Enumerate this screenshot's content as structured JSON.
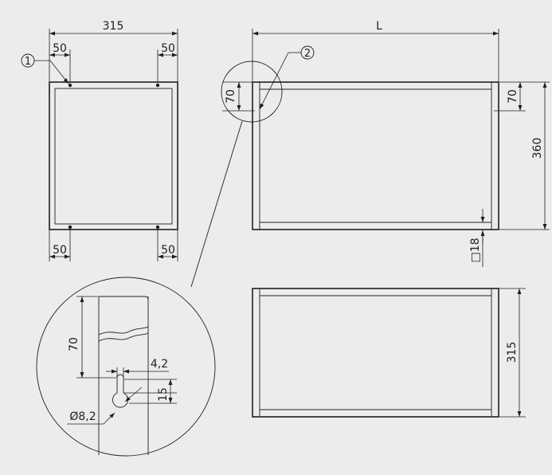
{
  "front_view": {
    "width_label": "315",
    "hole_offset_top_left": "50",
    "hole_offset_top_right": "50",
    "hole_offset_bottom_left": "50",
    "hole_offset_bottom_right": "50",
    "callout_1": "1"
  },
  "side_view": {
    "length_label": "L",
    "height_label": "360",
    "top_offset_left": "70",
    "top_offset_right": "70",
    "tube_section": "□18",
    "callout_2": "2"
  },
  "top_view": {
    "depth_label": "315"
  },
  "detail_view": {
    "height_label": "70",
    "slot_width": "4,2",
    "slot_length": "15",
    "hole_diameter": "Ø8,2"
  }
}
